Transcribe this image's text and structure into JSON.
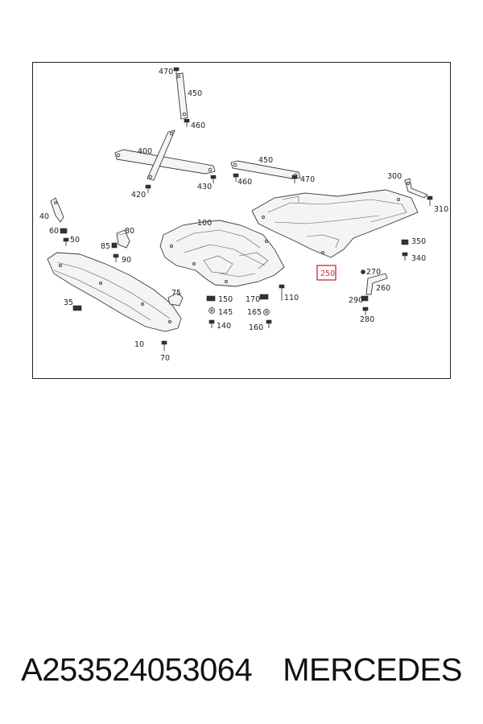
{
  "diagram": {
    "highlight_color": "#d0233b",
    "highlighted_callout": "250",
    "callouts": {
      "c470a": "470",
      "c450a": "450",
      "c460a": "460",
      "c400": "400",
      "c420": "420",
      "c430": "430",
      "c450b": "450",
      "c460b": "460",
      "c470b": "470",
      "c300": "300",
      "c310": "310",
      "c40": "40",
      "c60": "60",
      "c50": "50",
      "c80": "80",
      "c85": "85",
      "c90": "90",
      "c100": "100",
      "c250": "250",
      "c350": "350",
      "c340": "340",
      "c270": "270",
      "c260": "260",
      "c290": "290",
      "c280": "280",
      "c75": "75",
      "c150": "150",
      "c145": "145",
      "c140": "140",
      "c170": "170",
      "c110": "110",
      "c165": "165",
      "c160": "160",
      "c35": "35",
      "c10": "10",
      "c70": "70"
    }
  },
  "caption": {
    "part_number": "A253524053064",
    "brand": "MERCEDES"
  }
}
